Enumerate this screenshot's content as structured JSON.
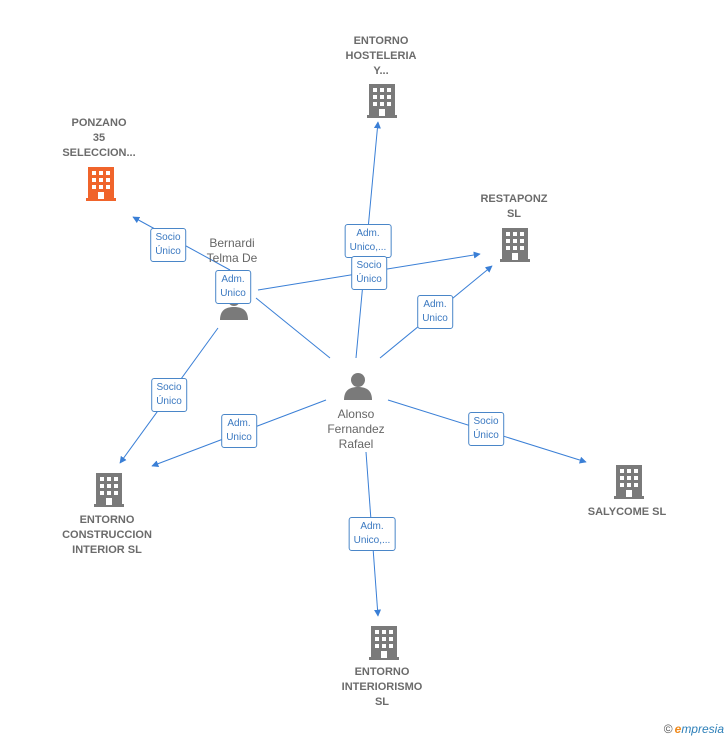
{
  "colors": {
    "edge": "#3a7fd6",
    "company_icon": "#7a7a7a",
    "company_icon_highlight": "#f0642b",
    "person_icon": "#7a7a7a"
  },
  "nodes": {
    "alonso": {
      "lines": [
        "Alonso",
        "Fernandez",
        "Rafael"
      ],
      "icon": "person-icon"
    },
    "bernardi": {
      "lines": [
        "Bernardi",
        "Telma De",
        ""
      ],
      "icon": "person-icon"
    },
    "ponzano": {
      "lines": [
        "PONZANO",
        "35",
        "SELECCION..."
      ],
      "icon": "building-icon"
    },
    "hosteleria": {
      "lines": [
        "ENTORNO",
        "HOSTELERIA",
        "Y..."
      ],
      "icon": "building-icon"
    },
    "restaponz": {
      "lines": [
        "RESTAPONZ",
        "SL"
      ],
      "icon": "building-icon"
    },
    "salycome": {
      "lines": [
        "SALYCOME  SL"
      ],
      "icon": "building-icon"
    },
    "construccion": {
      "lines": [
        "ENTORNO",
        "CONSTRUCCION",
        "INTERIOR  SL"
      ],
      "icon": "building-icon"
    },
    "interiorismo": {
      "lines": [
        "ENTORNO",
        "INTERIORISMO",
        "SL"
      ],
      "icon": "building-icon"
    }
  },
  "edges": {
    "bernardi_ponzano": [
      "Socio",
      "Único"
    ],
    "bernardi_construccion": [
      "Socio",
      "Único"
    ],
    "bernardi_adm": [
      "Adm.",
      "Unico"
    ],
    "alonso_hosteleria": [
      "Adm.",
      "Unico,..."
    ],
    "alonso_restaponz_socio": [
      "Socio",
      "Único"
    ],
    "alonso_restaponz_adm": [
      "Adm.",
      "Unico"
    ],
    "alonso_construccion": [
      "Adm.",
      "Unico"
    ],
    "alonso_salycome": [
      "Socio",
      "Único"
    ],
    "alonso_interiorismo": [
      "Adm.",
      "Unico,..."
    ]
  },
  "footer": {
    "copyright": "©",
    "brand_initial": "e",
    "brand_rest": "mpresia"
  }
}
